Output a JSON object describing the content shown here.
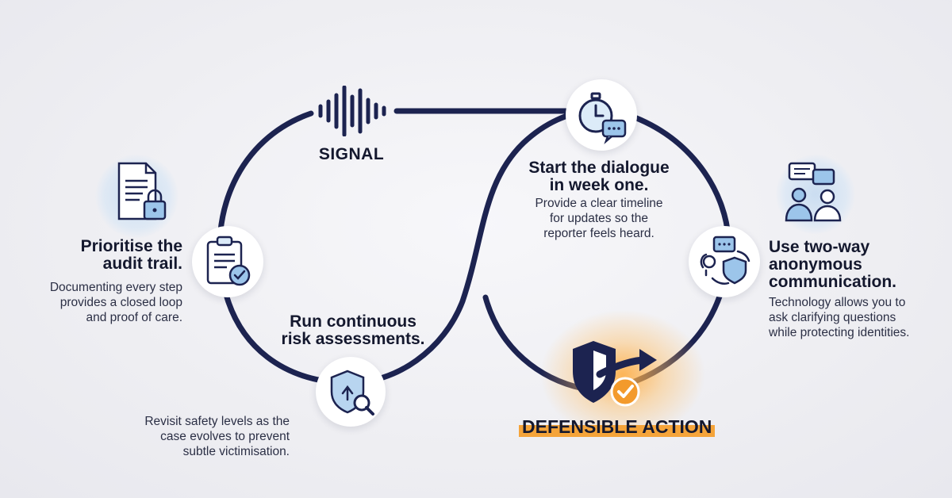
{
  "signal": {
    "label": "SIGNAL"
  },
  "top_right_step": {
    "title_line1": "Start the dialogue",
    "title_line2": "in week one.",
    "body_line1": "Provide a clear timeline",
    "body_line2": "for updates so the",
    "body_line3": "reporter feels heard."
  },
  "left_step": {
    "title_line1": "Prioritise the",
    "title_line2": "audit trail.",
    "body_line1": "Documenting every step",
    "body_line2": "provides a closed loop",
    "body_line3": "and proof of care."
  },
  "bottom_left_step": {
    "title_line1": "Run continuous",
    "title_line2": "risk assessments.",
    "body_line1": "Revisit safety levels as the",
    "body_line2": "case evolves to prevent",
    "body_line3": "subtle victimisation."
  },
  "right_step": {
    "title_line1": "Use two-way",
    "title_line2": "anonymous",
    "title_line3": "communication.",
    "body_line1": "Technology allows you to",
    "body_line2": "ask clarifying questions",
    "body_line3": "while protecting identities."
  },
  "defensible": {
    "label": "DEFENSIBLE ACTION"
  },
  "colors": {
    "navy": "#1c2350",
    "icon_blue": "#7fb0de",
    "accent_orange": "#f39a2c",
    "background": "#eeeef2"
  },
  "icons": {
    "signal": "sound-wave-icon",
    "timer": "stopwatch-chat-icon",
    "document": "document-lock-icon",
    "clipboard": "clipboard-check-icon",
    "shield_search": "shield-search-icon",
    "people_chat": "people-chat-icon",
    "shield_chat": "shield-chat-icon",
    "defensible": "shield-arrow-check-icon"
  }
}
